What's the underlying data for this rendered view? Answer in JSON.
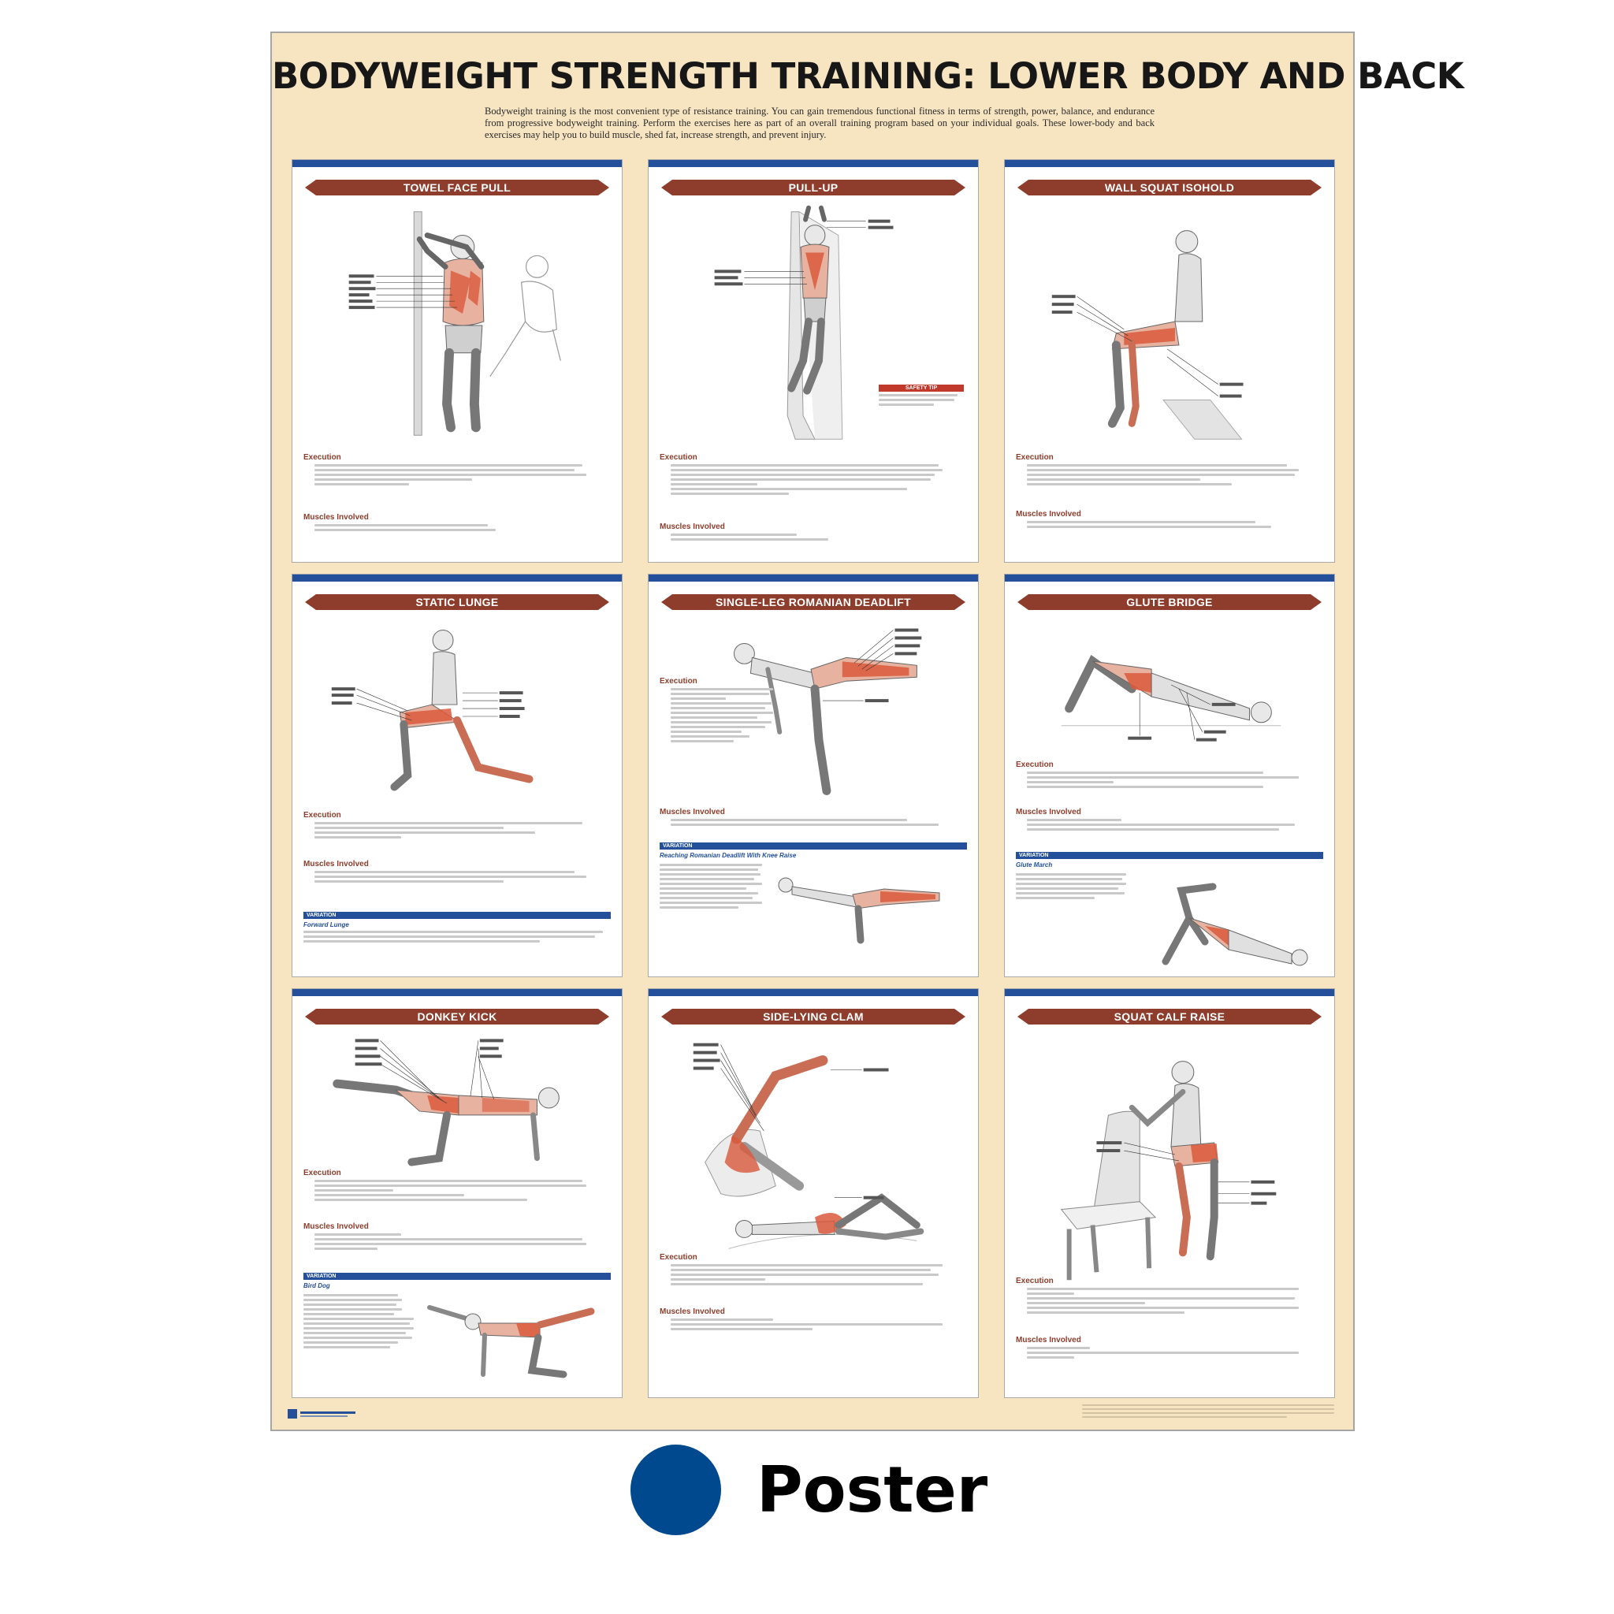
{
  "poster": {
    "title": "BODYWEIGHT STRENGTH TRAINING: LOWER BODY AND BACK",
    "intro": "Bodyweight training is the most convenient type of resistance training. You can gain tremendous functional fitness in terms of strength, power, balance, and endurance from progressive bodyweight training. Perform the exercises here as part of an overall training program based on your individual goals. These lower-body and back exercises may help you to build muscle, shed fat, increase strength, and prevent injury."
  },
  "section_labels": {
    "execution": "Execution",
    "muscles": "Muscles Involved",
    "variation": "VARIATION",
    "safety_tip": "SAFETY TIP"
  },
  "exercises": [
    {
      "title": "TOWEL FACE PULL"
    },
    {
      "title": "PULL-UP"
    },
    {
      "title": "WALL SQUAT ISOHOLD"
    },
    {
      "title": "STATIC LUNGE",
      "variation": "Forward Lunge"
    },
    {
      "title": "SINGLE-LEG ROMANIAN DEADLIFT",
      "variation": "Reaching Romanian Deadlift With Knee Raise"
    },
    {
      "title": "GLUTE BRIDGE",
      "variation": "Glute March"
    },
    {
      "title": "DONKEY KICK",
      "variation": "Bird Dog"
    },
    {
      "title": "SIDE-LYING CLAM"
    },
    {
      "title": "SQUAT CALF RAISE"
    }
  ],
  "format_label": "Poster",
  "colors": {
    "poster_bg": "#f7e4c1",
    "banner": "#8e3d2c",
    "accent_blue": "#24509b",
    "format_dot": "#00498f"
  }
}
